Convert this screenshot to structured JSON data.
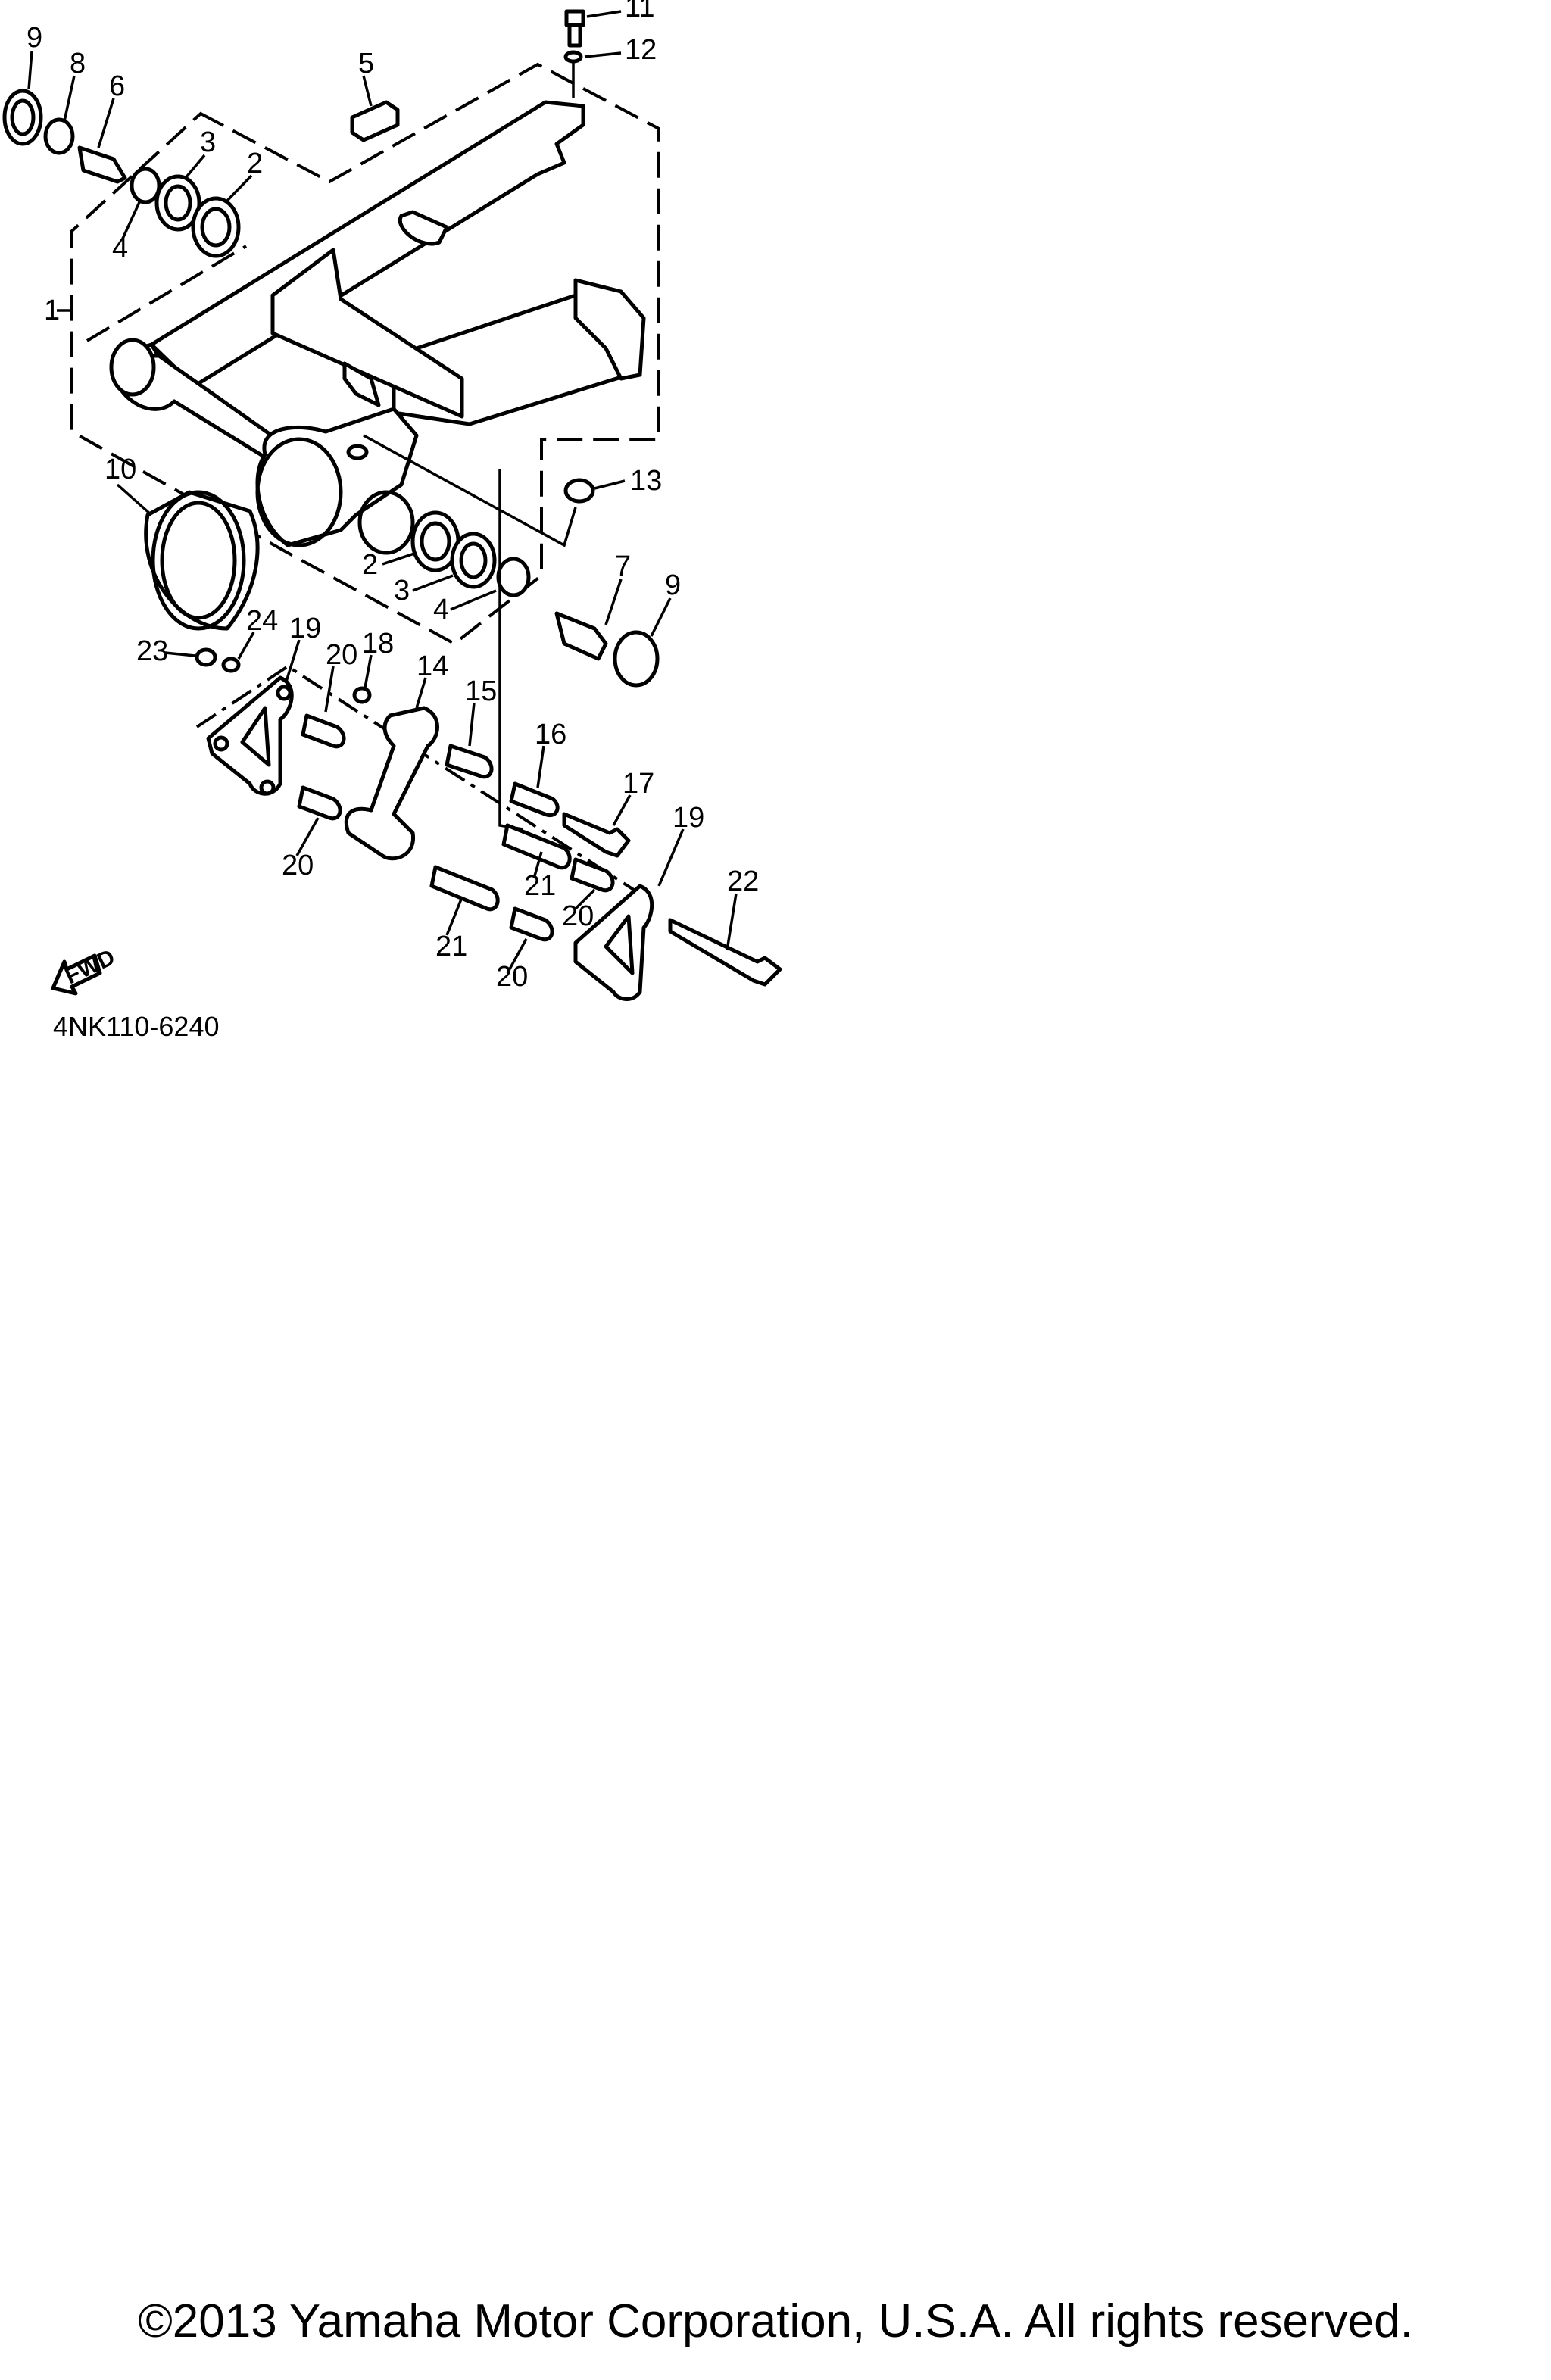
{
  "diagram": {
    "callouts": [
      {
        "id": "c9a",
        "text": "9"
      },
      {
        "id": "c8",
        "text": "8"
      },
      {
        "id": "c6",
        "text": "6"
      },
      {
        "id": "c3a",
        "text": "3"
      },
      {
        "id": "c2a",
        "text": "2"
      },
      {
        "id": "c4a",
        "text": "4"
      },
      {
        "id": "c5",
        "text": "5"
      },
      {
        "id": "c11",
        "text": "11"
      },
      {
        "id": "c12",
        "text": "12"
      },
      {
        "id": "c1",
        "text": "1"
      },
      {
        "id": "c10",
        "text": "10"
      },
      {
        "id": "c13",
        "text": "13"
      },
      {
        "id": "c2b",
        "text": "2"
      },
      {
        "id": "c3b",
        "text": "3"
      },
      {
        "id": "c4b",
        "text": "4"
      },
      {
        "id": "c7",
        "text": "7"
      },
      {
        "id": "c9b",
        "text": "9"
      },
      {
        "id": "c24",
        "text": "24"
      },
      {
        "id": "c19a",
        "text": "19"
      },
      {
        "id": "c23",
        "text": "23"
      },
      {
        "id": "c20a",
        "text": "20"
      },
      {
        "id": "c18",
        "text": "18"
      },
      {
        "id": "c14",
        "text": "14"
      },
      {
        "id": "c15",
        "text": "15"
      },
      {
        "id": "c16",
        "text": "16"
      },
      {
        "id": "c17",
        "text": "17"
      },
      {
        "id": "c19b",
        "text": "19"
      },
      {
        "id": "c22",
        "text": "22"
      },
      {
        "id": "c20b",
        "text": "20"
      },
      {
        "id": "c21a",
        "text": "21"
      },
      {
        "id": "c20c",
        "text": "20"
      },
      {
        "id": "c21b",
        "text": "21"
      },
      {
        "id": "c20d",
        "text": "20"
      }
    ],
    "fwd_label": "FWD",
    "diagram_code": "4NK110-6240"
  },
  "copyright": "©2013 Yamaha Motor Corporation, U.S.A. All rights reserved."
}
